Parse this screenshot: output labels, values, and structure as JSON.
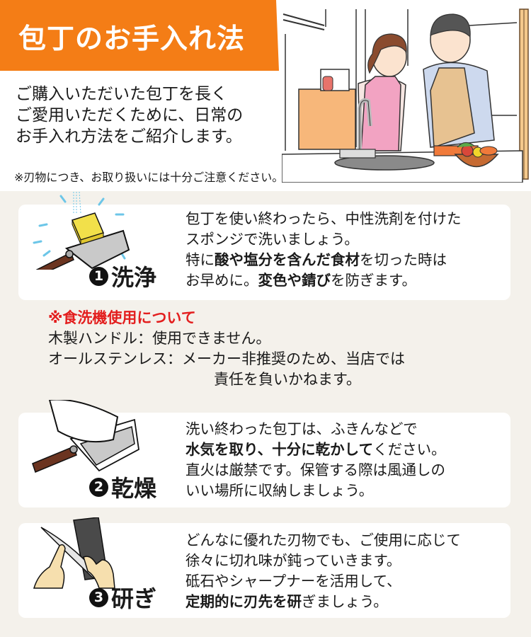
{
  "header": {
    "title": "包丁のお手入れ法",
    "accent_color": "#f47d16"
  },
  "intro": {
    "lines": [
      "ご購入いただいた包丁を長く",
      "ご愛用いただくために、日常の",
      "お手入れ方法をご紹介します。"
    ],
    "caution": "※刃物につき、お取り扱いには十分ご注意ください。"
  },
  "hero": {
    "icon": "kitchen-couple-cooking-illustration"
  },
  "steps": [
    {
      "number": "1",
      "label": "洗浄",
      "icon": "knife-sponge-washing-icon",
      "lines": [
        [
          {
            "t": "包丁を使い終わったら、中性洗剤を付けた",
            "bold": false
          }
        ],
        [
          {
            "t": "スポンジで洗いましょう。",
            "bold": false
          }
        ],
        [
          {
            "t": "特に",
            "bold": false
          },
          {
            "t": "酸や塩分を含んだ食材",
            "bold": true
          },
          {
            "t": "を切った時は",
            "bold": false
          }
        ],
        [
          {
            "t": "お早めに。",
            "bold": false
          },
          {
            "t": "変色や錆び",
            "bold": true
          },
          {
            "t": "を防ぎます。",
            "bold": false
          }
        ]
      ]
    },
    {
      "number": "2",
      "label": "乾燥",
      "icon": "knife-cloth-drying-icon",
      "lines": [
        [
          {
            "t": "洗い終わった包丁は、ふきんなどで",
            "bold": false
          }
        ],
        [
          {
            "t": "水気を取り、十分に乾かして",
            "bold": true
          },
          {
            "t": "ください。",
            "bold": false
          }
        ],
        [
          {
            "t": "直火は厳禁です。保管する際は風通しの",
            "bold": false
          }
        ],
        [
          {
            "t": "いい場所に収納しましょう。",
            "bold": false
          }
        ]
      ]
    },
    {
      "number": "3",
      "label": "研ぎ",
      "icon": "knife-whetstone-sharpening-icon",
      "lines": [
        [
          {
            "t": "どんなに優れた刃物でも、ご使用に応じて",
            "bold": false
          }
        ],
        [
          {
            "t": "徐々に切れ味が鈍っていきます。",
            "bold": false
          }
        ],
        [
          {
            "t": "砥石やシャープナーを活用して、",
            "bold": false
          }
        ],
        [
          {
            "t": "定期的に刃先を研",
            "bold": true
          },
          {
            "t": "ぎましょう。",
            "bold": false
          }
        ]
      ]
    }
  ],
  "dishwasher_note": {
    "title": "※食洗機使用について",
    "title_color": "#e31e1e",
    "line1": "木製ハンドル：使用できません。",
    "line2": "オールステンレス：メーカー非推奨のため、当店では",
    "line3": "責任を負いかねます。"
  }
}
